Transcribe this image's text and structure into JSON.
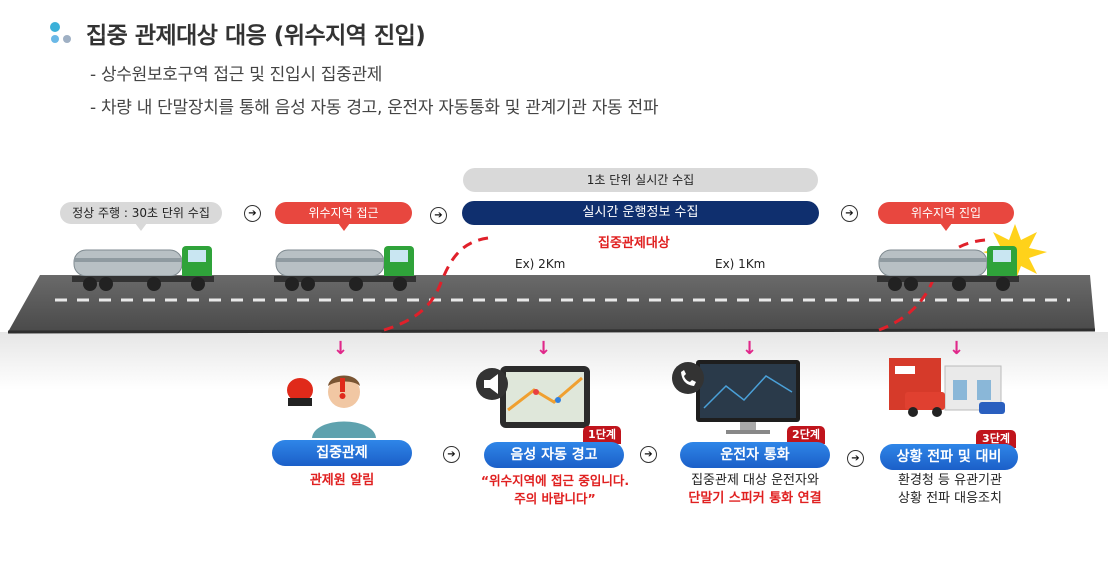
{
  "header": {
    "title": "집중 관제대상 대응 (위수지역 진입)",
    "bullets": [
      "- 상수원보호구역 접근 및 진입시 집중관제",
      "- 차량 내 단말장치를 통해 음성 자동 경고, 운전자 자동통화 및 관계기관 자동 전파"
    ]
  },
  "flow": {
    "realtime_header": "1초 단위 실시간 수집",
    "normal_driving": "정상 주행 : 30초 단위 수집",
    "approach": "위수지역 접근",
    "realtime_collect": "실시간  운행정보 수집",
    "entry": "위수지역 진입",
    "focus_target": "집중관제대상",
    "distance_2km": "Ex) 2Km",
    "distance_1km": "Ex) 1Km"
  },
  "stages": [
    {
      "label": "집중관제",
      "tag": "",
      "caption_lines": [
        "관제원 알림"
      ]
    },
    {
      "label": "음성 자동 경고",
      "tag": "1단계",
      "caption_lines": [
        "“위수지역에 접근 중입니다.",
        "주의 바랍니다”"
      ]
    },
    {
      "label": "운전자  통화",
      "tag": "2단계",
      "caption_lines": [
        "집중관제 대상 운전자와",
        "단말기 스피커 통화 연결"
      ]
    },
    {
      "label": "상황 전파 및 대비",
      "tag": "3단계",
      "caption_lines": [
        "환경청 등 유관기관",
        "상황 전파 대응조치"
      ]
    }
  ],
  "icons": {
    "arrow": "right-arrow-circle",
    "down": "pink-down-arrow",
    "truck": "tanker-truck",
    "operator": "operator-with-siren",
    "nav": "navigation-tablet",
    "monitor": "monitor-with-phone",
    "station": "fire-station"
  },
  "colors": {
    "accent_red": "#e8473f",
    "navy": "#0f2f6e",
    "blue": "#1f6fd6",
    "road": "#5a5a5a",
    "stage_red": "#c0141c",
    "pink": "#e0288a"
  }
}
